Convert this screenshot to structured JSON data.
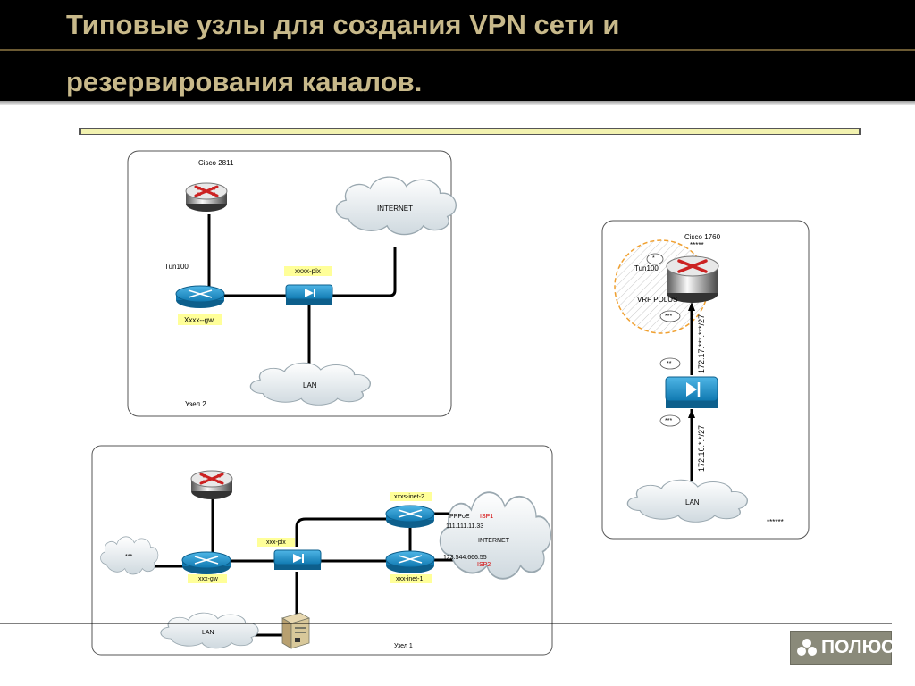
{
  "title": {
    "line1": "Типовые узлы для создания VPN сети и",
    "line2": "резервирования каналов."
  },
  "node2": {
    "router_label": "Cisco 2811",
    "cloud_internet": "INTERNET",
    "tun_label": "Tun100",
    "pix_label": "xxxx-pix",
    "gw_label": "Xxxx--gw",
    "cloud_lan": "LAN",
    "node_label": "Узел 2"
  },
  "node1": {
    "inet2_label": "xxxs-inet-2",
    "pppoe_label": "PPPoE",
    "isp1_label": "ISP1",
    "ip1_label": "111.111.11.33",
    "cloud_internet": "INTERNET",
    "pix_label": "xxx-pix",
    "cloud_stars": "***",
    "gw_label": "xxx-gw",
    "inet1_label": "xxx-inet-1",
    "ip2_label": "123.544.666.55",
    "isp2_label": "ISP2",
    "cloud_lan": "LAN",
    "node_label": "Узел 1"
  },
  "node3": {
    "router_label": "Cisco 1760",
    "router_stars": "*****",
    "tun_label": "Tun100",
    "tun_stars": "*",
    "vrf_label": "VRF POLUS",
    "bubble_1": "***",
    "bubble_2": "**",
    "bubble_3": "***",
    "subnet_1": "172.17.***.***/27",
    "subnet_2": "172.16.*.*/27",
    "cloud_lan": "LAN",
    "bottom_stars": "******"
  },
  "logo": {
    "text": "ПОЛЮС"
  },
  "colors": {
    "title_text": "#c8b98a",
    "title_bg": "#000000",
    "device_blue": "#1a8fc8",
    "router_red": "#cc2222",
    "label_yellow": "#ffff99",
    "vrf_orange": "#f0a030",
    "cloud_fill": "#e8eef2"
  }
}
